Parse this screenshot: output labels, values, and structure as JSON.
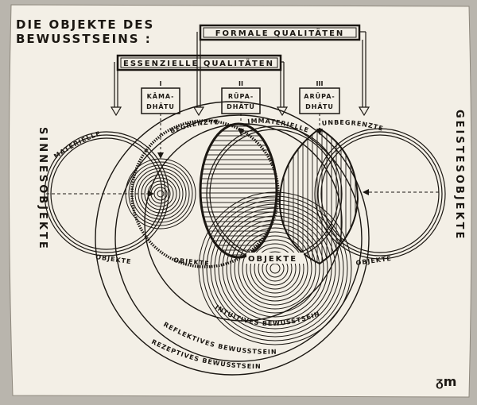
{
  "title": {
    "line1": "DIE OBJEKTE DES",
    "line2": "BEWUSSTSEINS :"
  },
  "headers": {
    "formal": "FORMALE QUALITÄTEN",
    "essential": "ESSENZIELLE QUALITÄTEN"
  },
  "realms": [
    {
      "numeral": "I",
      "line1": "KĀMA-",
      "line2": "DHĀTU"
    },
    {
      "numeral": "II",
      "line1": "RŪPA-",
      "line2": "DHĀTU"
    },
    {
      "numeral": "III",
      "line1": "ARŪPA-",
      "line2": "DHĀTU"
    }
  ],
  "side_labels": {
    "left": "SINNESOBJEKTE",
    "right": "GEISTESOBJEKTE"
  },
  "arc_labels": {
    "materielle": "MATERIELLE",
    "begrenzte": "BEGRENZTE",
    "immaterielle": "IMMATERIELLE",
    "unbegrenzte": "UNBEGRENZTE"
  },
  "objekte_labels": [
    "OBJEKTE",
    "OBJEKTE",
    "OBJEKTE",
    "OBJEKTE"
  ],
  "consciousness": {
    "intuitive": "INTUITIVES BEWUSSTSEIN",
    "reflective": "REFLEKTIVES BEWUSSTSEIN",
    "receptive": "REZEPTIVES BEWUSSTSEIN"
  },
  "monogram": "ᵹm",
  "colors": {
    "background": "#b9b5ad",
    "paper": "#f3efe6",
    "ink": "#1b1712"
  }
}
